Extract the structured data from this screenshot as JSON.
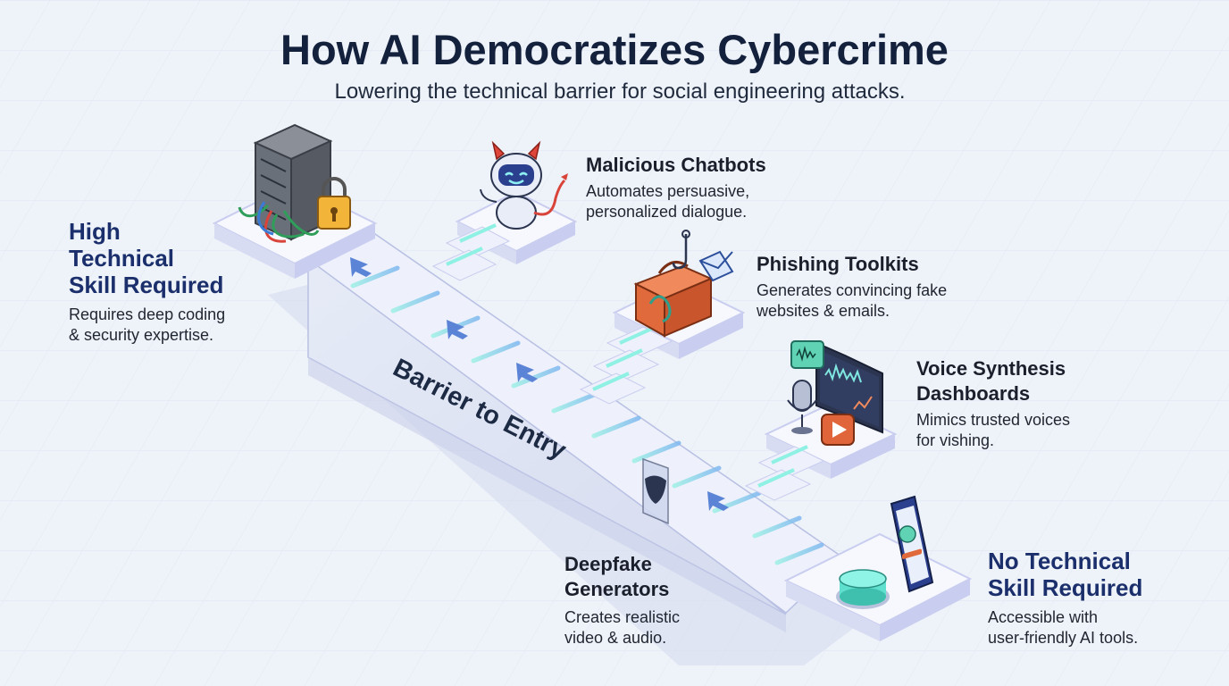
{
  "header": {
    "title": "How AI Democratizes Cybercrime",
    "subtitle": "Lowering the technical barrier for social engineering attacks."
  },
  "left_label": {
    "line1": "High",
    "line2": "Technical",
    "line3": "Skill Required",
    "desc1": "Requires deep coding",
    "desc2": "& security expertise."
  },
  "ramp_label": "Barrier to Entry",
  "tools": [
    {
      "title1": "Malicious Chatbots",
      "desc1": "Automates persuasive,",
      "desc2": "personalized dialogue."
    },
    {
      "title1": "Phishing Toolkits",
      "desc1": "Generates convincing fake",
      "desc2": "websites & emails."
    },
    {
      "title1": "Voice Synthesis",
      "title2": "Dashboards",
      "desc1": "Mimics trusted voices",
      "desc2": "for vishing."
    },
    {
      "title1": "Deepfake",
      "title2": "Generators",
      "desc1": "Creates realistic",
      "desc2": "video & audio."
    }
  ],
  "right_label": {
    "line1": "No Technical",
    "line2": "Skill Required",
    "desc1": "Accessible with",
    "desc2": "user-friendly AI tools."
  },
  "colors": {
    "navy_text": "#1a2f6b",
    "dark_text": "#14213d",
    "platform_top": "#f6f8fd",
    "platform_edge": "#c9cdef",
    "step_glow": "#7fe7e0",
    "arrow": "#5b84d6",
    "toolbox": "#e06a3c",
    "lock": "#f2b53a",
    "devil_horn": "#e0453a",
    "chat_bubble": "#5fd3b4",
    "button_teal": "#5fe0cf"
  },
  "icons": [
    "server-rack-icon",
    "padlock-icon",
    "robot-devil-icon",
    "fishing-hook-icon",
    "envelope-icon",
    "toolbox-icon",
    "microphone-icon",
    "audio-dashboard-icon",
    "video-play-icon",
    "deepfake-mask-icon",
    "smartphone-icon",
    "push-button-icon"
  ]
}
